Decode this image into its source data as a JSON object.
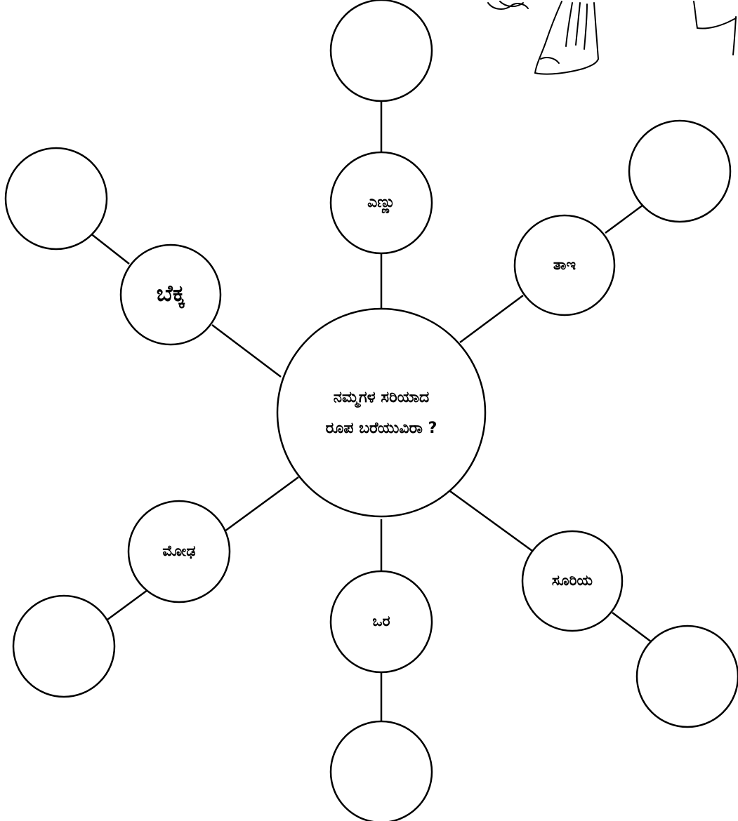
{
  "center": {
    "line1": "ನಮ್ಮಗಳ ಸರಿಯಾದ",
    "line2": "ರೂಪ ಬರೆಯುವಿರಾ ?"
  },
  "nodes": [
    {
      "id": "top",
      "word": "ಎಣ್ಣು"
    },
    {
      "id": "upper-right",
      "word": "ತಾಇ"
    },
    {
      "id": "lower-right",
      "word": "ಸೂರಿಯ"
    },
    {
      "id": "bottom",
      "word": "ಒರ"
    },
    {
      "id": "lower-left",
      "word": "ಮೋಢ"
    },
    {
      "id": "upper-left",
      "word": "ಬೆಕ್ಕ"
    }
  ],
  "answer_boxes": [
    {
      "for": "top",
      "value": ""
    },
    {
      "for": "upper-right",
      "value": ""
    },
    {
      "for": "lower-right",
      "value": ""
    },
    {
      "for": "bottom",
      "value": ""
    },
    {
      "for": "lower-left",
      "value": ""
    },
    {
      "for": "upper-left",
      "value": ""
    }
  ],
  "decorations": [
    "hand-sketch",
    "corner-sketch"
  ]
}
